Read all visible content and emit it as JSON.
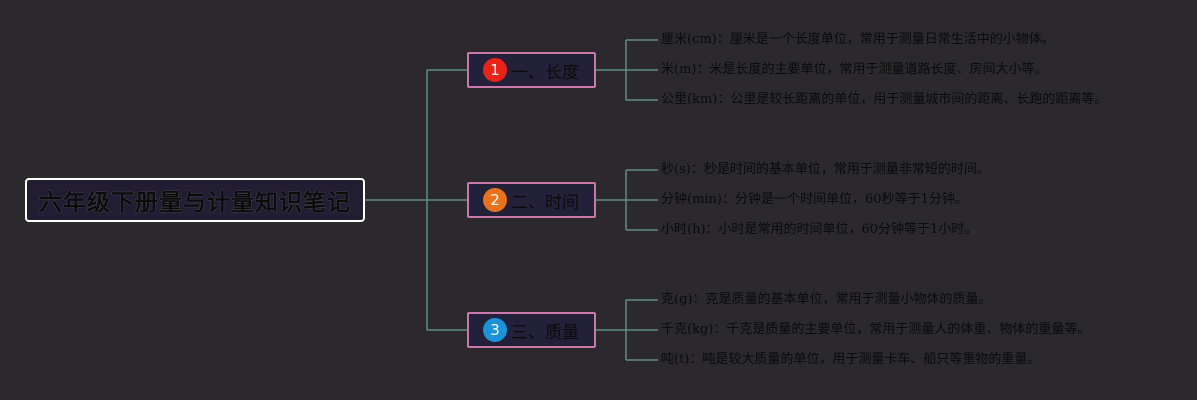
{
  "root": {
    "title": "六年级下册量与计量知识笔记"
  },
  "branches": [
    {
      "badge": "1",
      "badge_color": "#e8231a",
      "label": "一、长度",
      "items": [
        "厘米(cm)：厘米是一个长度单位，常用于测量日常生活中的小物体。",
        "米(m)：米是长度的主要单位，常用于测量道路长度、房间大小等。",
        "公里(km)：公里是较长距离的单位，用于测量城市间的距离、长跑的距离等。"
      ]
    },
    {
      "badge": "2",
      "badge_color": "#e8731c",
      "label": "二、时间",
      "items": [
        "秒(s)：秒是时间的基本单位，常用于测量非常短的时间。",
        "分钟(min)：分钟是一个时间单位，60秒等于1分钟。",
        "小时(h)：小时是常用的时间单位，60分钟等于1小时。"
      ]
    },
    {
      "badge": "3",
      "badge_color": "#1c92d8",
      "label": "三、质量",
      "items": [
        "克(g)：克是质量的基本单位，常用于测量小物体的质量。",
        "千克(kg)：千克是质量的主要单位，常用于测量人的体重、物体的重量等。",
        "吨(t)：吨是较大质量的单位，用于测量卡车、船只等重物的重量。"
      ]
    }
  ],
  "colors": {
    "connector": "#5f8c84",
    "branch_border": "#c978a8",
    "root_border": "#ffffff",
    "background": "#2b282e"
  }
}
